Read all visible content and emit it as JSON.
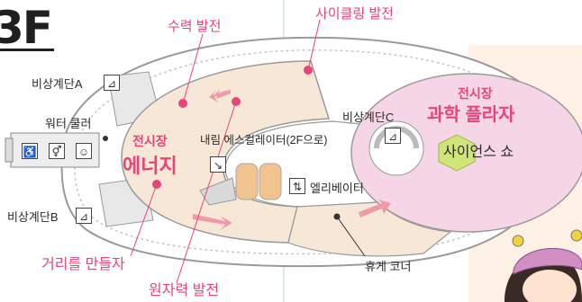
{
  "floor": "3F",
  "labels": {
    "hydro": "수력 발전",
    "cycling": "사이클링 발전",
    "stairs_a": "비상계단A",
    "water_cooler": "워터 쿨러",
    "stairs_b": "비상계단B",
    "stairs_c": "비상계단C",
    "down_escalator": "내림 에스컬레이터(2F으로)",
    "elevator": "엘리베이터",
    "rest_corner": "휴게 코너",
    "make_street": "거리를 만들자",
    "nuclear": "원자력 발전"
  },
  "zones": {
    "energy": {
      "kicker": "전시장",
      "title": "에너지"
    },
    "science": {
      "kicker": "전시장",
      "title": "과학 플라자",
      "show": "사이언스 쇼"
    }
  },
  "icons": [
    "accessible-icon",
    "restroom-icon",
    "baby-care-icon",
    "stairs-icon",
    "escalator-icon",
    "elevator-icon"
  ],
  "colors": {
    "accent": "#e7457a",
    "floor_fill": "#f7e7d6",
    "plaza_fill": "#f6d6e6",
    "show_fill": "#cfe57a"
  }
}
